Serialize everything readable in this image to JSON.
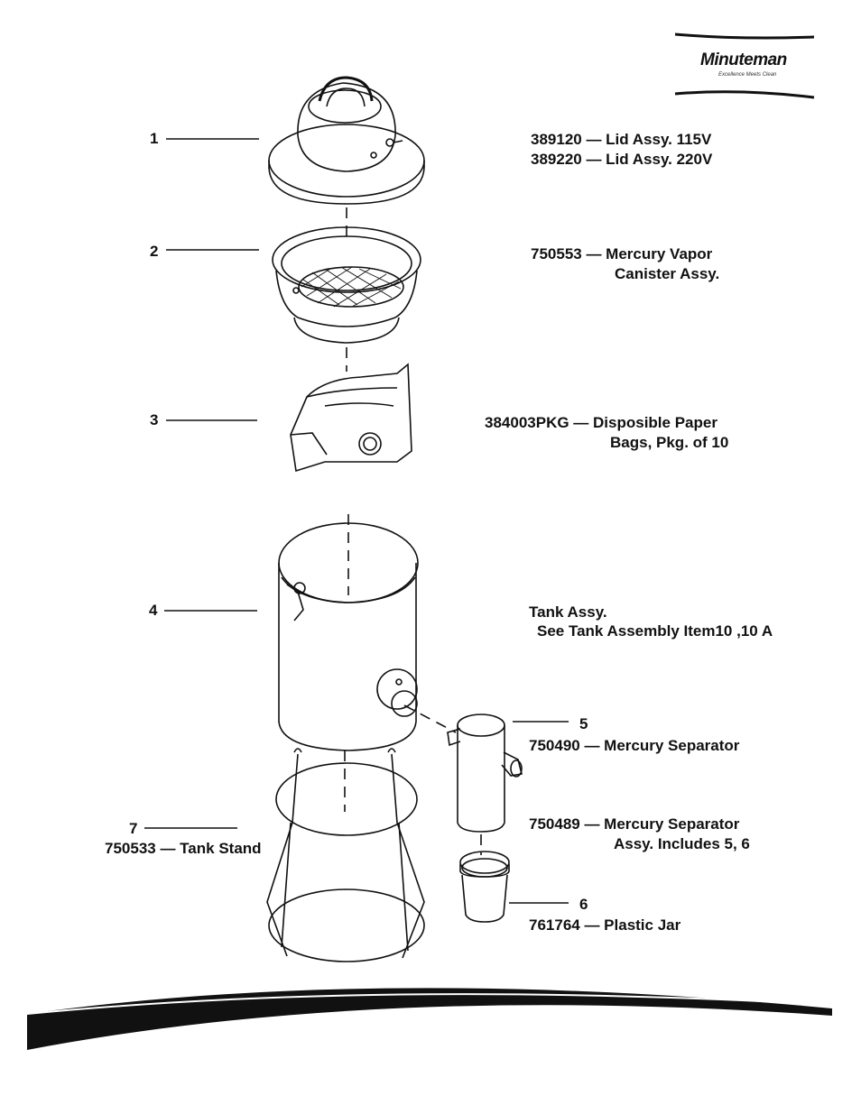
{
  "brand": {
    "name": "Minuteman",
    "tagline": "Excellence Meets Clean"
  },
  "callouts": {
    "n1": "1",
    "n2": "2",
    "n3": "3",
    "n4": "4",
    "n5": "5",
    "n6": "6",
    "n7": "7"
  },
  "parts": {
    "lid_115": "389120 — Lid Assy. 115V",
    "lid_220": "389220 — Lid Assy. 220V",
    "canister_1": "750553 — Mercury Vapor",
    "canister_2": "Canister Assy.",
    "bags_1": "384003PKG — Disposible Paper",
    "bags_2": "Bags, Pkg. of 10",
    "tank_1": "Tank Assy.",
    "tank_2": "See Tank Assembly Item10 ,10 A",
    "separator": "750490 — Mercury Separator",
    "separator_assy_1": "750489 — Mercury Separator",
    "separator_assy_2": "Assy. Includes 5, 6",
    "jar": "761764 — Plastic Jar",
    "stand": "750533 — Tank Stand"
  }
}
